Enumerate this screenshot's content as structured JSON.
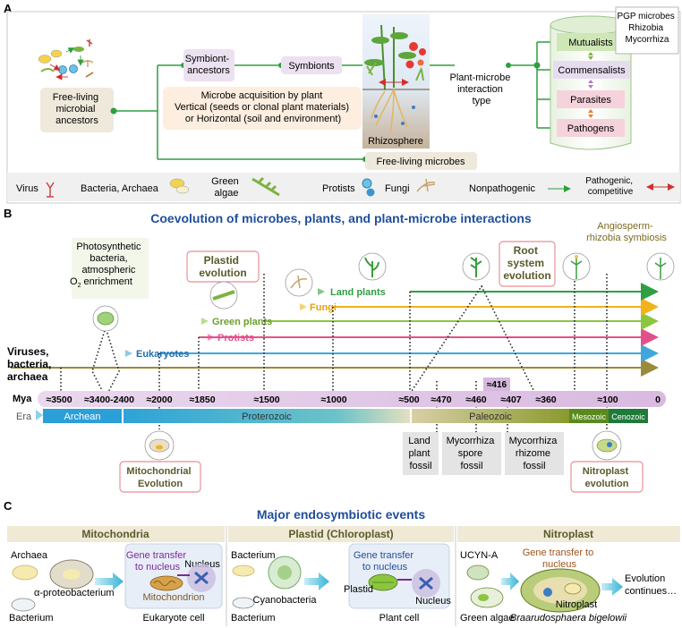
{
  "panelA": {
    "letter": "A",
    "free_living_ancestors": [
      "Free-living",
      "microbial",
      "ancestors"
    ],
    "symbiont_ancestors": [
      "Symbiont-",
      "ancestors"
    ],
    "symbionts": "Symbionts",
    "acquisition": [
      "Microbe acquisition by plant",
      "Vertical (seeds or clonal plant materials)",
      "or Horizontal (soil and environment)"
    ],
    "rhizosphere": "Rhizosphere",
    "interaction_type": [
      "Plant-microbe",
      "interaction",
      "type"
    ],
    "categories": [
      "Mutualists",
      "Commensalists",
      "Parasites",
      "Pathogens"
    ],
    "pgp_box": [
      "PGP microbes",
      "Rhizobia",
      "Mycorrhiza"
    ],
    "free_living_microbes": "Free-living microbes",
    "legend": {
      "virus": "Virus",
      "bacteria": "Bacteria, Archaea",
      "green_algae": [
        "Green",
        "algae"
      ],
      "protists": "Protists",
      "fungi": "Fungi",
      "nonpathogenic": "Nonpathogenic",
      "pathogenic": [
        "Pathogenic,",
        "competitive"
      ]
    }
  },
  "panelB": {
    "letter": "B",
    "title": "Coevolution of microbes, plants, and plant-microbe interactions",
    "lineages": {
      "viruses": [
        "Viruses,",
        "bacteria,",
        "archaea"
      ],
      "eukaryotes": "Eukaryotes",
      "protists": "Protists",
      "green_plants": "Green plants",
      "fungi": "Fungi",
      "land_plants": "Land plants"
    },
    "photosynthetic": [
      "Photosynthetic",
      "bacteria,",
      "atmospheric",
      "O",
      "2",
      " enrichment"
    ],
    "plastid_evolution": [
      "Plastid",
      "evolution"
    ],
    "root_evolution": [
      "Root",
      "system",
      "evolution"
    ],
    "angiosperm": [
      "Angiosperm-",
      "rhizobia symbiosis"
    ],
    "mya_label": "Mya",
    "ticks": [
      "≈3500",
      "≈3400-2400",
      "≈2000",
      "≈1850",
      "≈1500",
      "≈1000",
      "≈500",
      "≈470",
      "≈460",
      "≈407",
      "≈360",
      "≈100",
      "0"
    ],
    "tick_416": "≈416",
    "era_label": "Era",
    "eras": [
      "Archean",
      "Proterozoic",
      "Paleozoic",
      "Mesozoic",
      "Cenozoic"
    ],
    "fossils": {
      "land": [
        "Land",
        "plant",
        "fossil"
      ],
      "spore": [
        "Mycorrhiza",
        "spore",
        "fossil"
      ],
      "rhizome": [
        "Mycorrhiza",
        "rhizome",
        "fossil"
      ]
    },
    "mito_evolution": [
      "Mitochondrial",
      "Evolution"
    ],
    "nitroplast_evolution": [
      "Nitroplast",
      "evolution"
    ]
  },
  "panelC": {
    "letter": "C",
    "title": "Major endosymbiotic events",
    "mito": {
      "header": "Mitochondria",
      "archaea": "Archaea",
      "alpha": "α-proteobacterium",
      "bacterium": "Bacterium",
      "gene_transfer": [
        "Gene transfer",
        "to nucleus"
      ],
      "nucleus": "Nucleus",
      "mitochondrion": "Mitochondrion",
      "cell": "Eukaryote cell"
    },
    "plastid": {
      "header": "Plastid (Chloroplast)",
      "bacterium_top": "Bacterium",
      "cyanobacteria": "Cyanobacteria",
      "bacterium_bottom": "Bacterium",
      "gene_transfer": [
        "Gene transfer",
        "to nucleus"
      ],
      "plastid": "Plastid",
      "nucleus": "Nucleus",
      "cell": "Plant cell"
    },
    "nitroplast": {
      "header": "Nitroplast",
      "ucyn": "UCYN-A",
      "gene_transfer": [
        "Gene transfer to",
        "nucleus"
      ],
      "nitroplast": "Nitroplast",
      "green_algae": "Green algae",
      "species": "Braarudosphaera bigelowii",
      "evolution": [
        "Evolution",
        "continues…"
      ]
    }
  }
}
